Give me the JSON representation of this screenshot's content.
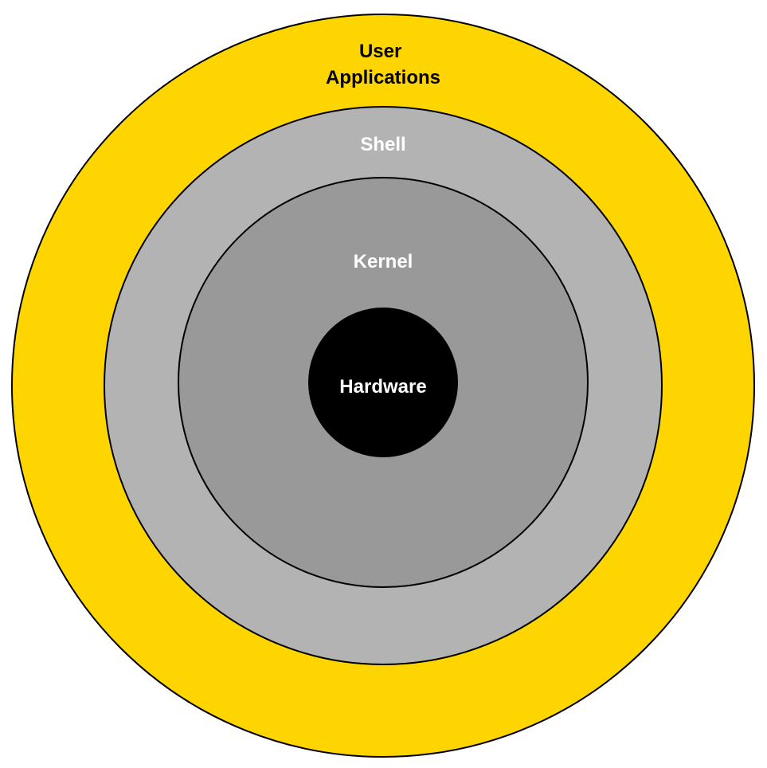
{
  "layers": {
    "user_applications": {
      "label_line1": "User",
      "label_line2": "Applications",
      "fill": "#FFD500",
      "text_color": "#000000"
    },
    "shell": {
      "label": "Shell",
      "fill": "#B3B3B3",
      "text_color": "#FFFFFF"
    },
    "kernel": {
      "label": "Kernel",
      "fill": "#999999",
      "text_color": "#FFFFFF"
    },
    "hardware": {
      "label": "Hardware",
      "fill": "#000000",
      "text_color": "#FFFFFF"
    }
  },
  "stroke_color": "#000000"
}
